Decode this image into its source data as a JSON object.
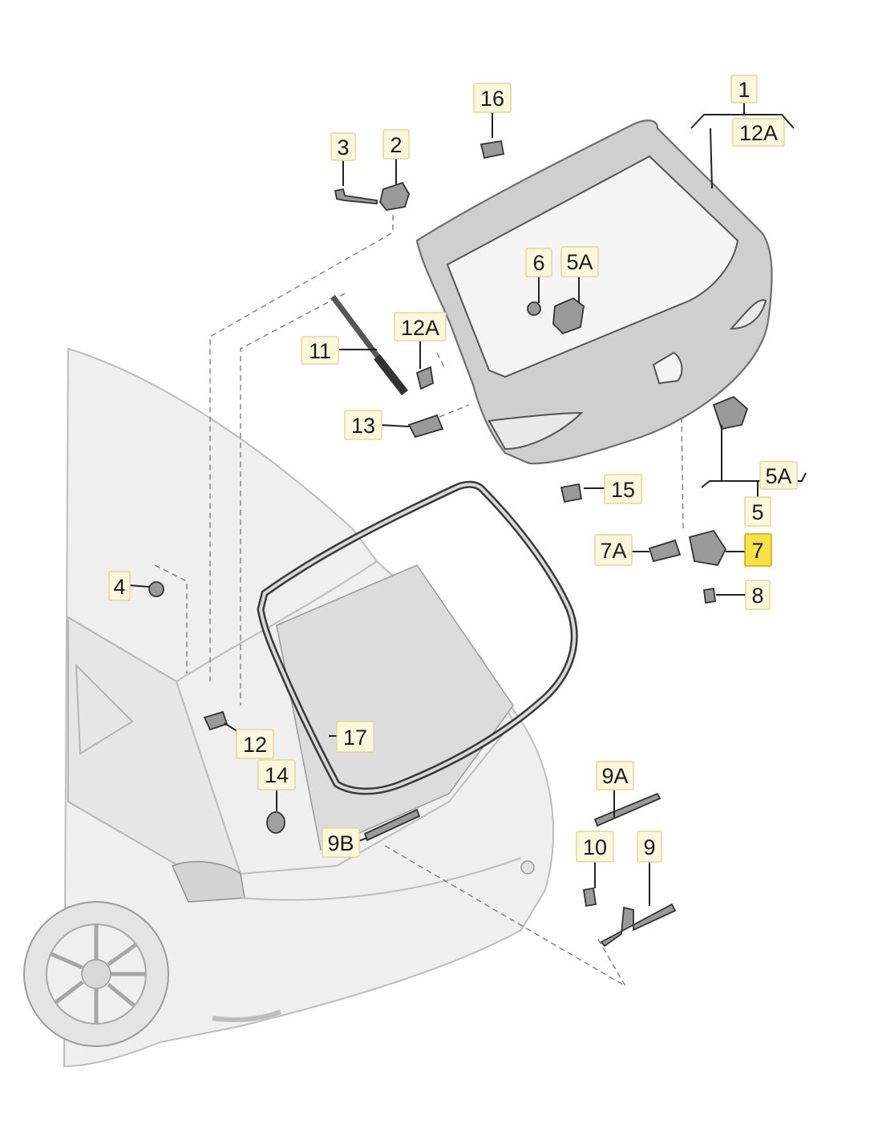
{
  "labels": {
    "l1": "1",
    "l12A_top": "12A",
    "l16": "16",
    "l3": "3",
    "l2": "2",
    "l6": "6",
    "l5A_mid": "5A",
    "l11": "11",
    "l12A_mid": "12A",
    "l13": "13",
    "l15": "15",
    "l5A_right": "5A",
    "l5": "5",
    "l7A": "7A",
    "l7": "7",
    "l8": "8",
    "l4": "4",
    "l12": "12",
    "l17": "17",
    "l14": "14",
    "l9A": "9A",
    "l10": "10",
    "l9": "9",
    "l9B": "9B"
  },
  "colors": {
    "label_fill": "#fbf7dc",
    "highlight_fill": "#f7e14a"
  },
  "highlighted_label": "7"
}
